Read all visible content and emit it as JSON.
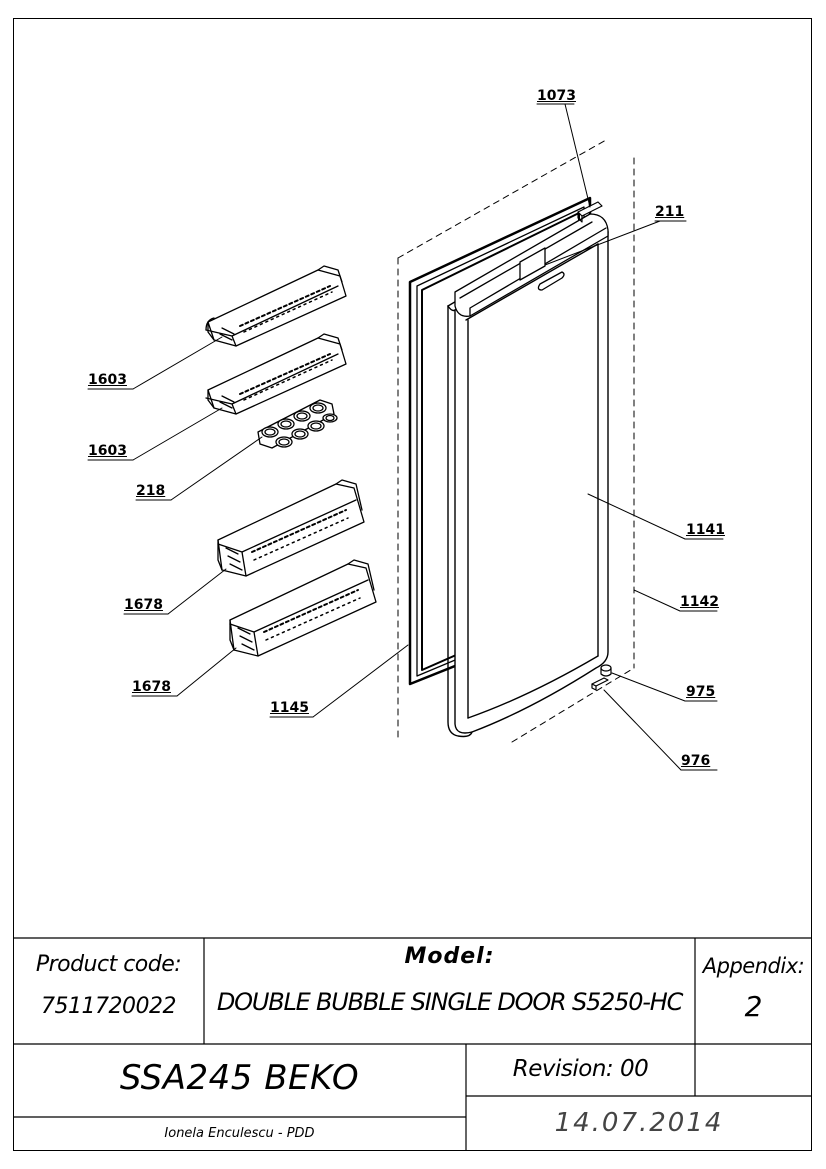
{
  "parts": {
    "p1073": "1073",
    "p211": "211",
    "p1603a": "1603",
    "p1603b": "1603",
    "p218": "218",
    "p1141": "1141",
    "p1142": "1142",
    "p1678a": "1678",
    "p1678b": "1678",
    "p975": "975",
    "p1145": "1145",
    "p976": "976"
  },
  "title_block": {
    "product_code_label": "Product code:",
    "product_code": "7511720022",
    "model_label": "Model:",
    "model": "DOUBLE BUBBLE SINGLE DOOR S5250-HC",
    "appendix_label": "Appendix:",
    "appendix": "2",
    "name": "SSA245 BEKO",
    "revision": "Revision: 00",
    "author": "Ionela Enculescu - PDD",
    "date": "14.07.2014"
  }
}
